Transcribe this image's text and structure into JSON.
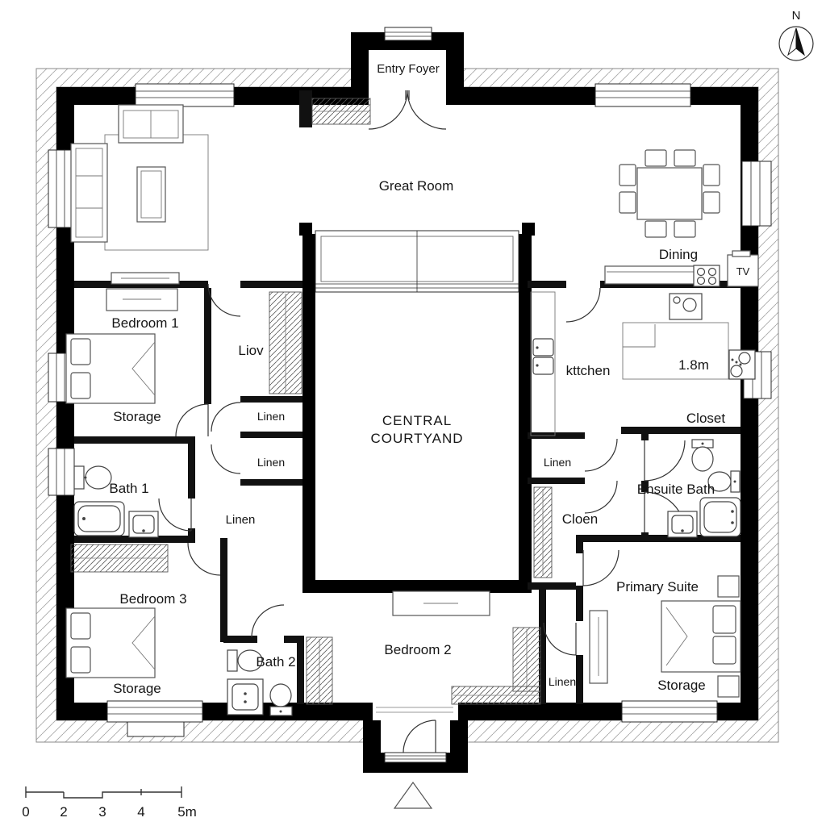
{
  "labels": {
    "entry_foyer": "Entry Foyer",
    "great_room": "Great Room",
    "dining": "Dining",
    "tv": "TV",
    "bedroom_1": "Bedroom 1",
    "storage_bedroom_1": "Storage",
    "liov": "Liov",
    "linen_a": "Linen",
    "linen_b": "Linen",
    "linen_c": "Linen",
    "bath_1": "Bath 1",
    "courtyard_line_1": "CENTRAL",
    "courtyard_line_2": "COURTYAND",
    "kitchen": "kttchen",
    "island_dimension": "1.8m",
    "closet_right": "Closet",
    "linen_d": "Linen",
    "ensuite_bath": "Ensuite Bath",
    "cloen": "Cloen",
    "bedroom_3": "Bedroom 3",
    "storage_bedroom_3": "Storage",
    "bath_2": "Bath 2",
    "bedroom_2": "Bedroom 2",
    "linen_e": "Linen",
    "primary_suite": "Primary Suite",
    "storage_primary": "Storage",
    "north": "N"
  },
  "scale_bar": {
    "ticks": [
      "0",
      "2",
      "3",
      "4",
      "5m"
    ]
  }
}
